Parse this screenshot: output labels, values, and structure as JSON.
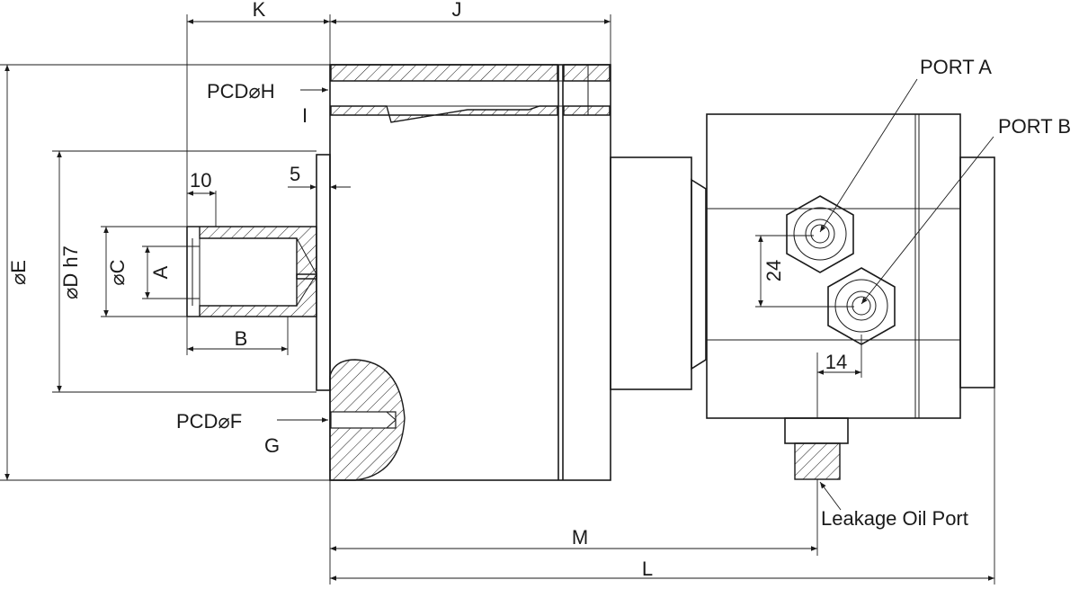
{
  "dimensions": {
    "K": "K",
    "J": "J",
    "pcd_h": "PCD",
    "pcd_h_suffix": "H",
    "I": "I",
    "five": "5",
    "ten": "10",
    "E": "E",
    "D": "D h7",
    "C": "C",
    "A": "A",
    "B": "B",
    "pcd_f": "PCD",
    "pcd_f_suffix": "F",
    "G": "G",
    "twenty_four": "24",
    "fourteen": "14",
    "M": "M",
    "L": "L"
  },
  "ports": {
    "port_a": "PORT A",
    "port_b": "PORT B",
    "leakage": "Leakage Oil Port"
  },
  "diameter_symbol": "⌀",
  "colors": {
    "line": "#1a1a1a",
    "background": "#ffffff"
  }
}
